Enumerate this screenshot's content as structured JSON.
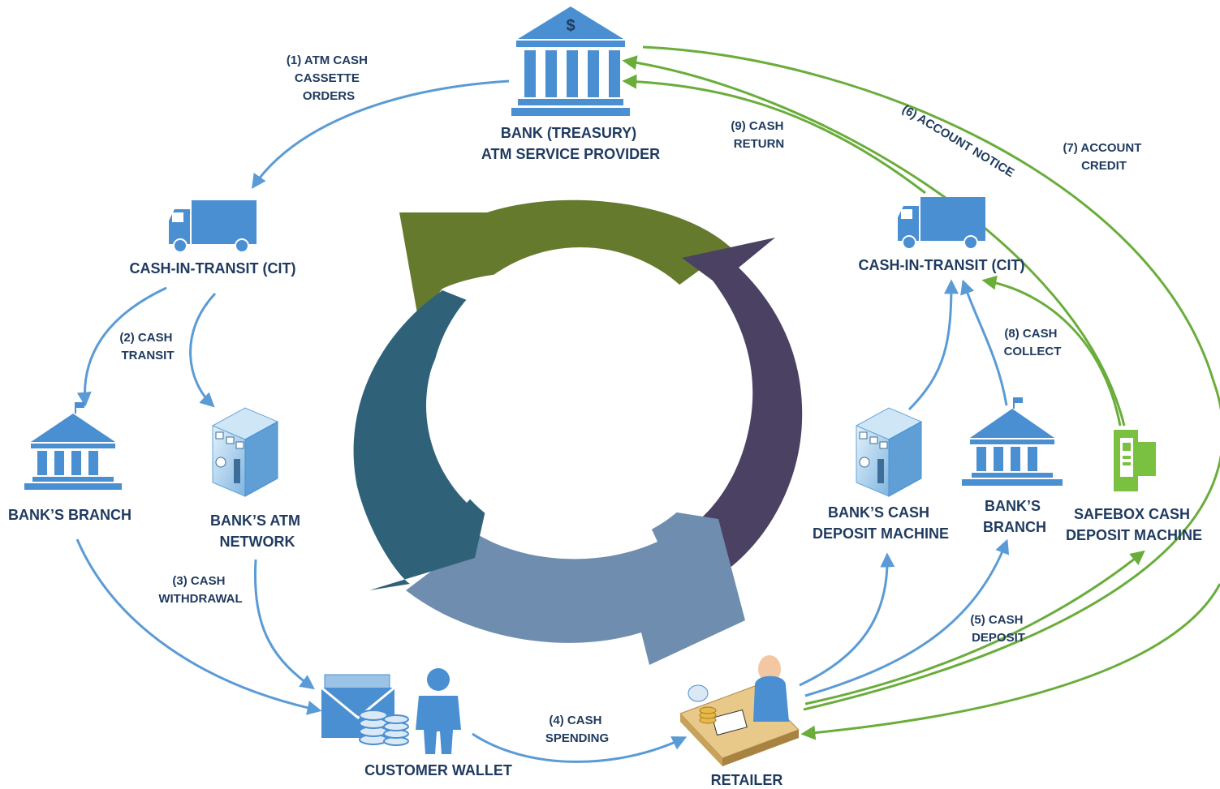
{
  "colors": {
    "blue_icon": "#4a8fd1",
    "blue_arrow": "#5b9bd5",
    "green_arrow": "#6aad3b",
    "text": "#1f3a5f",
    "cycle_green": "#667a2e",
    "cycle_purple": "#4a4163",
    "cycle_steel": "#6f8daf",
    "cycle_teal": "#2f6278",
    "safebox_green": "#7ac142"
  },
  "nodes": {
    "treasury": [
      "BANK (TREASURY)",
      "ATM SERVICE PROVIDER"
    ],
    "cit_left": [
      "CASH-IN-TRANSIT (CIT)"
    ],
    "cit_right": [
      "CASH-IN-TRANSIT (CIT)"
    ],
    "branch_left": [
      "BANK’S BRANCH"
    ],
    "atm_network": [
      "BANK’S ATM",
      "NETWORK"
    ],
    "customer_wallet": [
      "CUSTOMER WALLET"
    ],
    "retailer": [
      "RETAILER"
    ],
    "deposit_machine": [
      "BANK’S CASH",
      "DEPOSIT MACHINE"
    ],
    "branch_right": [
      "BANK’S",
      "BRANCH"
    ],
    "safebox": [
      "SAFEBOX CASH",
      "DEPOSIT MACHINE"
    ]
  },
  "edges": {
    "e1": [
      "(1) ATM CASH",
      "CASSETTE",
      "ORDERS"
    ],
    "e2": [
      "(2) CASH",
      "TRANSIT"
    ],
    "e3": [
      "(3) CASH",
      "WITHDRAWAL"
    ],
    "e4": [
      "(4) CASH",
      "SPENDING"
    ],
    "e5": [
      "(5) CASH",
      "DEPOSIT"
    ],
    "e6": [
      "(6) ACCOUNT NOTICE"
    ],
    "e7": [
      "(7) ACCOUNT",
      "CREDIT"
    ],
    "e8": [
      "(8) CASH",
      "COLLECT"
    ],
    "e9": [
      "(9) CASH",
      "RETURN"
    ]
  },
  "icons": {
    "bank": "bank-building-icon",
    "truck": "delivery-truck-icon",
    "atm": "atm-machine-icon",
    "wallet": "wallet-envelope-coins-icon",
    "person": "person-icon",
    "retailer": "cashier-desk-icon",
    "safebox": "safebox-deposit-icon",
    "dollar": "$"
  }
}
